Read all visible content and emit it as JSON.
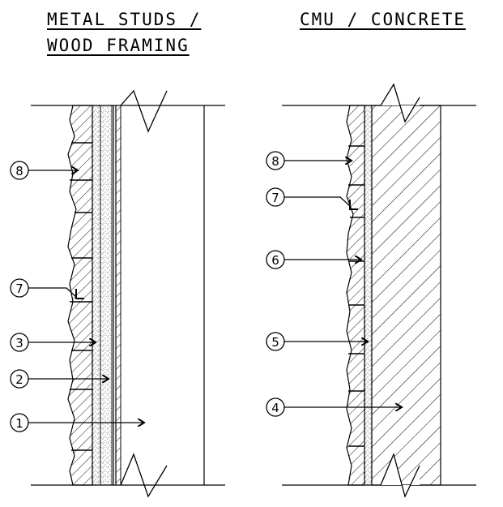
{
  "titles": {
    "left_line1": "METAL STUDS /",
    "left_line2": "WOOD FRAMING",
    "right": "CMU / CONCRETE"
  },
  "left_callouts": [
    "8",
    "7",
    "3",
    "2",
    "1"
  ],
  "right_callouts": [
    "8",
    "7",
    "6",
    "5",
    "4"
  ]
}
